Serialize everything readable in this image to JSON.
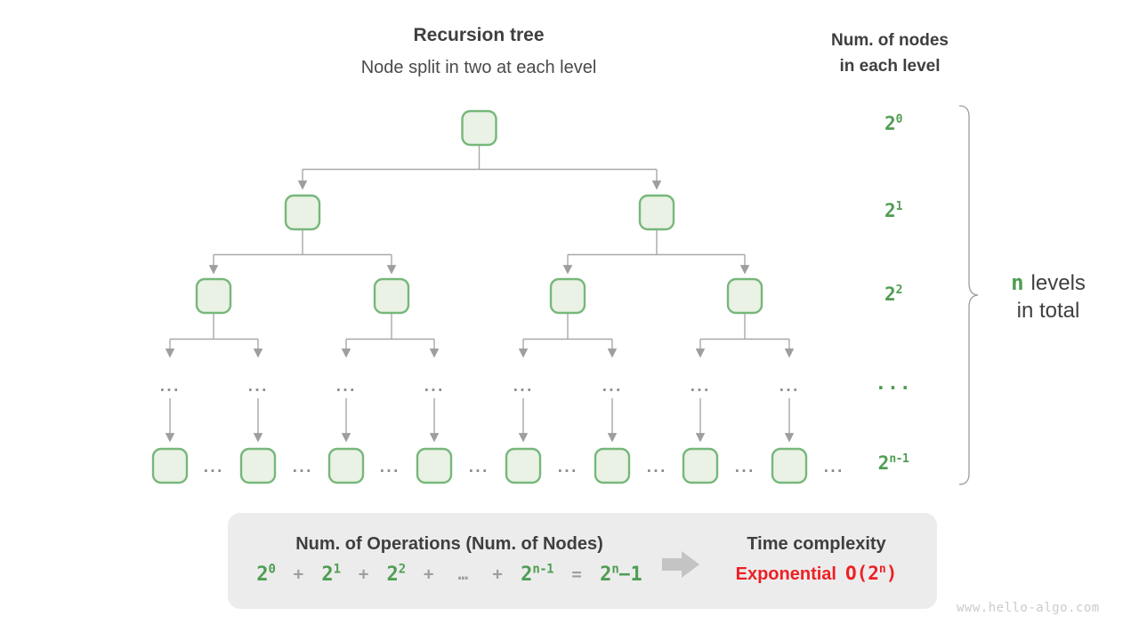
{
  "header": {
    "title": "Recursion tree",
    "subtitle": "Node split in two at each level"
  },
  "right_header": {
    "line1": "Num. of nodes",
    "line2": "in each level"
  },
  "tree": {
    "ellipsis": "...",
    "level_labels": [
      {
        "base": "2",
        "sup": "0"
      },
      {
        "base": "2",
        "sup": "1"
      },
      {
        "base": "2",
        "sup": "2"
      },
      {
        "base": "...",
        "sup": ""
      },
      {
        "base": "2",
        "sup": "n-1"
      }
    ],
    "levels_note": {
      "n": "n",
      "rest": "levels",
      "line2": "in total"
    }
  },
  "summary": {
    "operations_title": "Num. of Operations (Num. of Nodes)",
    "formula": {
      "terms": [
        {
          "base": "2",
          "sup": "0"
        },
        {
          "base": "2",
          "sup": "1"
        },
        {
          "base": "2",
          "sup": "2"
        },
        {
          "base": "2",
          "sup": "n-1"
        }
      ],
      "plus": "+",
      "ellipsis": "…",
      "equals": "=",
      "result": {
        "base": "2",
        "sup": "n",
        "tail": "−1"
      }
    },
    "complexity": {
      "title": "Time complexity",
      "class_label": "Exponential",
      "o_prefix": "O(2",
      "o_sup": "n",
      "o_suffix": ")"
    }
  },
  "watermark": "www.hello-algo.com",
  "colors": {
    "green_text": "#4f9d53",
    "node_border": "#77b77b",
    "node_fill": "#e9f2e4",
    "line_gray": "#a8a8a8",
    "red": "#ed2024",
    "dark_text": "#3f3f3f",
    "box_bg": "#ececec"
  }
}
